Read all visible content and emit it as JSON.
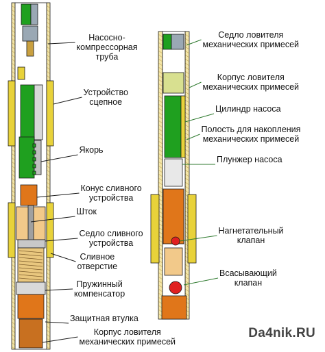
{
  "left_assembly": {
    "labels": [
      {
        "id": "tubing",
        "lines": [
          "Насосно-",
          "компрессорная",
          "труба"
        ]
      },
      {
        "id": "coupling",
        "lines": [
          "Устройство",
          "сцепное"
        ]
      },
      {
        "id": "anchor",
        "lines": [
          "Якорь"
        ]
      },
      {
        "id": "drain-cone",
        "lines": [
          "Конус сливного",
          "устройства"
        ]
      },
      {
        "id": "rod",
        "lines": [
          "Шток"
        ]
      },
      {
        "id": "drain-seat",
        "lines": [
          "Седло сливного",
          "устройства"
        ]
      },
      {
        "id": "drain-hole",
        "lines": [
          "Сливное",
          "отверстие"
        ]
      },
      {
        "id": "spring-compensator",
        "lines": [
          "Пружинный",
          "компенсатор"
        ]
      },
      {
        "id": "protective-sleeve",
        "lines": [
          "Защитная втулка"
        ]
      },
      {
        "id": "catcher-body-bottom",
        "lines": [
          "Корпус ловителя",
          "механических примесей"
        ]
      }
    ]
  },
  "right_assembly": {
    "labels": [
      {
        "id": "catcher-seat",
        "lines": [
          "Седло ловителя",
          "механических примесей"
        ]
      },
      {
        "id": "catcher-body",
        "lines": [
          "Корпус ловителя",
          "механических примесей"
        ]
      },
      {
        "id": "pump-cylinder",
        "lines": [
          "Цилиндр насоса"
        ]
      },
      {
        "id": "accumulation-cavity",
        "lines": [
          "Полость для накопления",
          "механических примесей"
        ]
      },
      {
        "id": "pump-plunger",
        "lines": [
          "Плунжер насоса"
        ]
      },
      {
        "id": "discharge-valve",
        "lines": [
          "Нагнетательный",
          "клапан"
        ]
      },
      {
        "id": "suction-valve",
        "lines": [
          "Всасывающий",
          "клапан"
        ]
      }
    ]
  },
  "watermark": "Da4nik.RU",
  "colors": {
    "outline": "#1a1a1a",
    "green": "#1fa01f",
    "yellow": "#e8d23a",
    "orange": "#e0761a",
    "tan": "#f2c98a",
    "steel": "#9aa8b4",
    "red": "#e02020",
    "leader_green": "#2f7a2f"
  }
}
